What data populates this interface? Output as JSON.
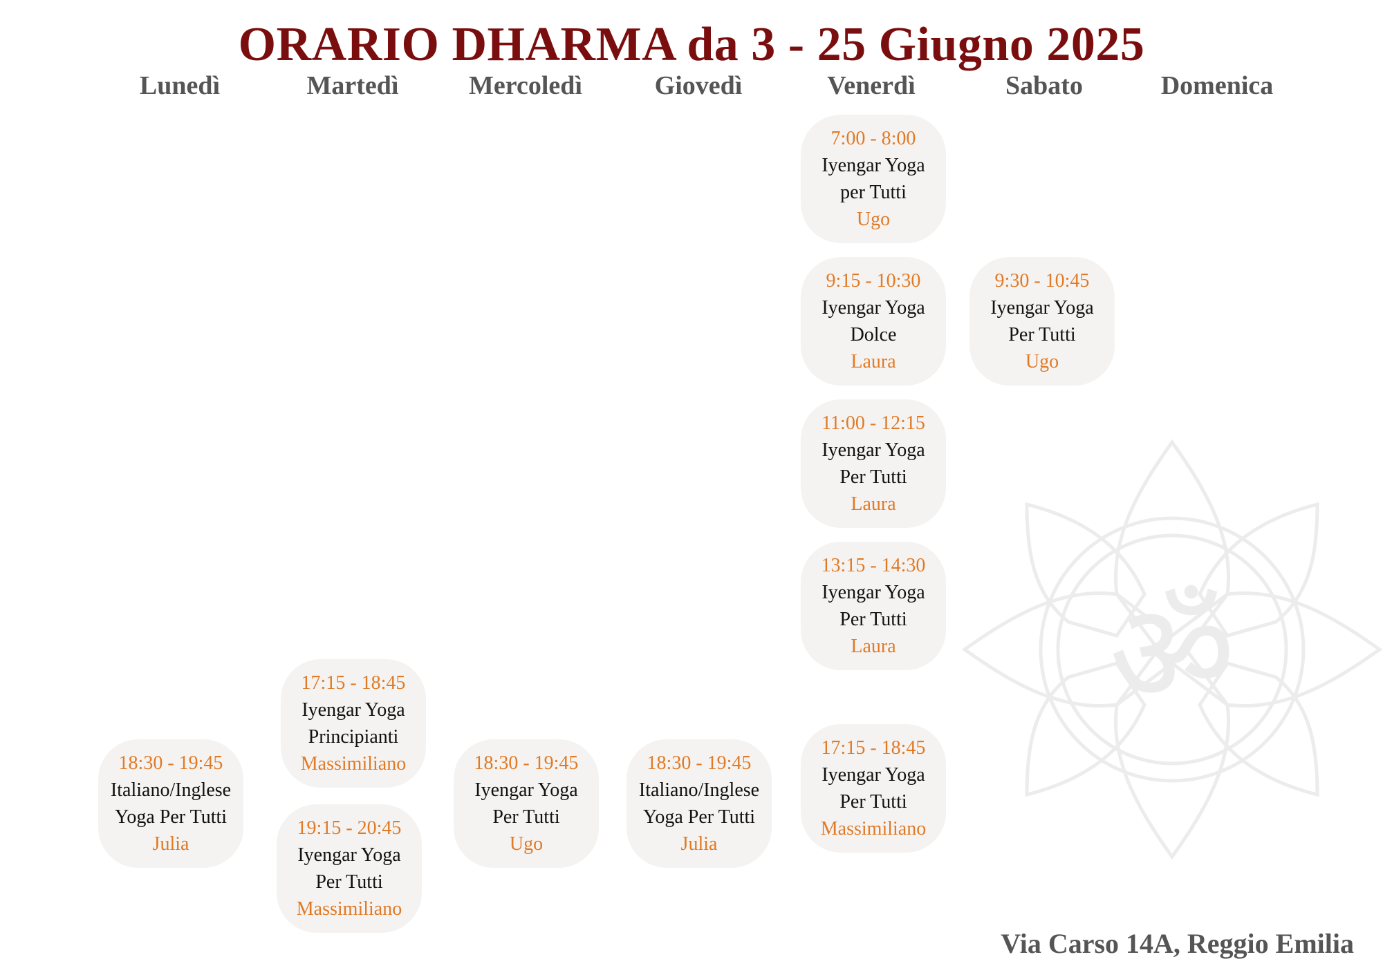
{
  "title": "ORARIO DHARMA da 3 - 25 Giugno 2025",
  "days": [
    "Lunedì",
    "Martedì",
    "Mercoledì",
    "Giovedì",
    "Venerdì",
    "Sabato",
    "Domenica"
  ],
  "classes": [
    {
      "time": "7:00 - 8:00",
      "name1": "Iyengar Yoga",
      "name2": "per Tutti",
      "teacher": "Ugo"
    },
    {
      "time": "9:15 - 10:30",
      "name1": "Iyengar Yoga",
      "name2": "Dolce",
      "teacher": "Laura"
    },
    {
      "time": "9:30 - 10:45",
      "name1": "Iyengar Yoga",
      "name2": "Per Tutti",
      "teacher": "Ugo"
    },
    {
      "time": "11:00 - 12:15",
      "name1": "Iyengar Yoga",
      "name2": "Per Tutti",
      "teacher": "Laura"
    },
    {
      "time": "13:15 - 14:30",
      "name1": "Iyengar Yoga",
      "name2": "Per Tutti",
      "teacher": "Laura"
    },
    {
      "time": "17:15 - 18:45",
      "name1": "Iyengar Yoga",
      "name2": "Principianti",
      "teacher": "Massimiliano"
    },
    {
      "time": "18:30 - 19:45",
      "name1": "Italiano/Inglese",
      "name2": "Yoga Per Tutti",
      "teacher": "Julia"
    },
    {
      "time": "18:30 - 19:45",
      "name1": "Iyengar Yoga",
      "name2": "Per Tutti",
      "teacher": "Ugo"
    },
    {
      "time": "18:30 - 19:45",
      "name1": "Italiano/Inglese",
      "name2": "Yoga Per Tutti",
      "teacher": "Julia"
    },
    {
      "time": "17:15 - 18:45",
      "name1": "Iyengar Yoga",
      "name2": "Per Tutti",
      "teacher": "Massimiliano"
    },
    {
      "time": "19:15 - 20:45",
      "name1": "Iyengar Yoga",
      "name2": "Per Tutti",
      "teacher": "Massimiliano"
    }
  ],
  "address": "Via Carso 14A, Reggio Emilia",
  "decoration": {
    "icon": "om-lotus-icon"
  },
  "colors": {
    "title": "#7a0e0e",
    "accent": "#e07a26",
    "day": "#555555",
    "card": "#f5f3f1"
  }
}
